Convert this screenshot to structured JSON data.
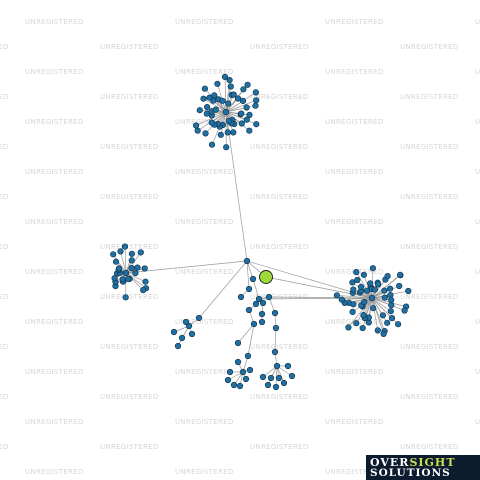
{
  "watermark": {
    "text": "UNREGISTERED",
    "color": "#d6d6d6"
  },
  "logo": {
    "line1_part1": "OVER",
    "line1_part2": "SIGHT",
    "line2": "SOLUTIONS",
    "background": "#0d1b2e",
    "accent": "#c8e04a"
  },
  "network": {
    "node_color": "#1f6fa3",
    "focus_color": "#9ed83d",
    "edge_color": "#9a9a9a",
    "clusters": [
      "top",
      "left",
      "right",
      "center"
    ]
  }
}
